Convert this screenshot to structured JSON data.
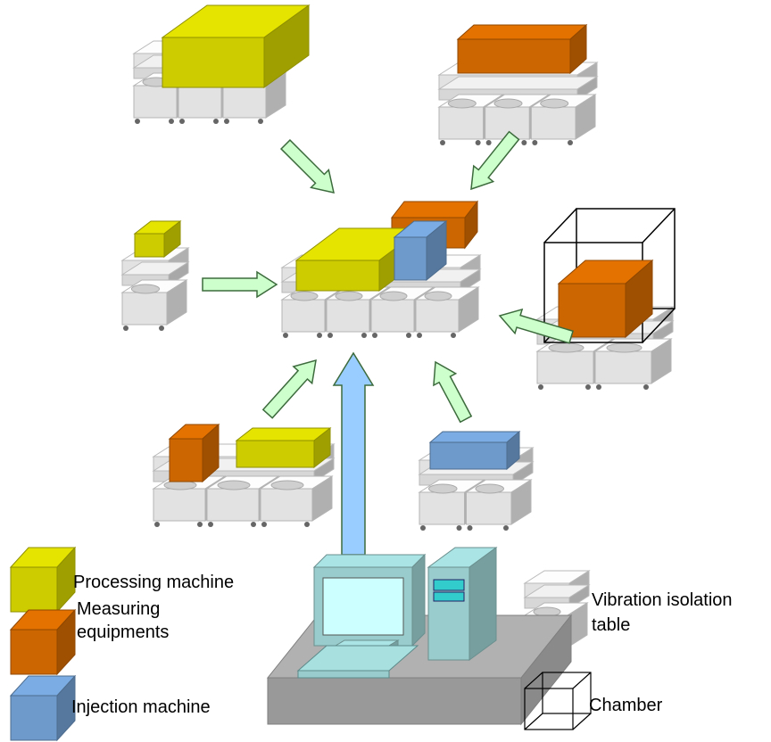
{
  "legend": {
    "processing_machine": "Processing machine",
    "measuring_line1": "Measuring",
    "measuring_line2": "equipments",
    "injection_machine": "Injection machine",
    "vibration_line1": "Vibration  isolation",
    "vibration_line2": "table",
    "chamber": "Chamber"
  },
  "colors": {
    "processing": "#cccc00",
    "measuring": "#cc6600",
    "injection": "#6e9acb",
    "table": "#e2e2e2",
    "flow_arrow": "#ccffcc",
    "main_arrow": "#99ccff",
    "computer": "#99cccc",
    "screen": "#ccffff",
    "base": "#999999"
  }
}
